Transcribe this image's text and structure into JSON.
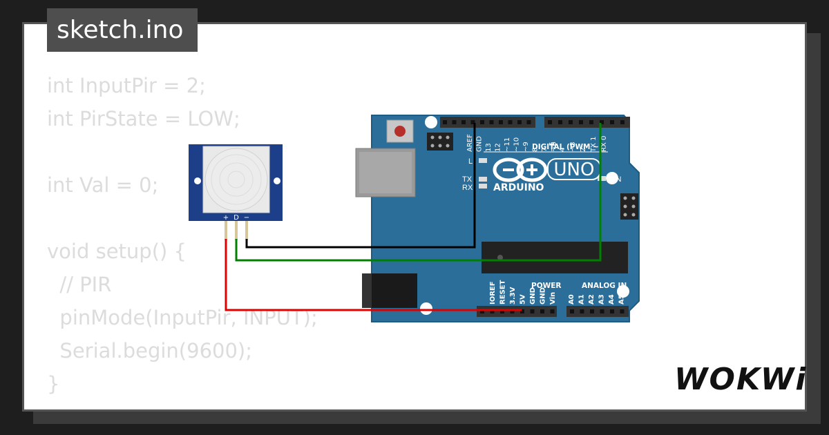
{
  "tab": {
    "filename": "sketch.ino"
  },
  "code": {
    "lines": [
      "int InputPir = 2;",
      "int PirState = LOW;",
      "",
      "int Val = 0;",
      "",
      "void setup() {",
      "  // PIR",
      "  pinMode(InputPir, INPUT);",
      "  Serial.begin(9600);",
      "}"
    ]
  },
  "pir": {
    "pins": {
      "plus": "+",
      "data": "D",
      "minus": "−"
    }
  },
  "arduino": {
    "brand": "ARDUINO",
    "model": "UNO",
    "labels": {
      "digital": "DIGITAL (PWM ~)",
      "power": "POWER",
      "analog": "ANALOG IN",
      "on": "ON",
      "led_l": "L",
      "tx": "TX",
      "rx": "RX"
    },
    "digital_pins": [
      "AREF",
      "GND",
      "13",
      "12",
      "~11",
      "~10",
      "~9",
      "8",
      "7",
      "~6",
      "~5",
      "4",
      "~3",
      "2",
      "TX 1",
      "RX 0"
    ],
    "power_pins": [
      "IOREF",
      "RESET",
      "3.3V",
      "5V",
      "GND",
      "GND",
      "Vin"
    ],
    "analog_pins": [
      "A0",
      "A1",
      "A2",
      "A3",
      "A4",
      "A5"
    ]
  },
  "wires": {
    "colors": {
      "gnd": "#000000",
      "signal": "#008000",
      "power": "#e00000"
    }
  },
  "brand_logo": "WOKWi",
  "colors": {
    "board": "#2a6e99",
    "board_edge": "#1f5a80",
    "pir_body": "#1d3f8a",
    "code_text": "#dcdcdc",
    "tab_bg": "#4e4e4e"
  }
}
